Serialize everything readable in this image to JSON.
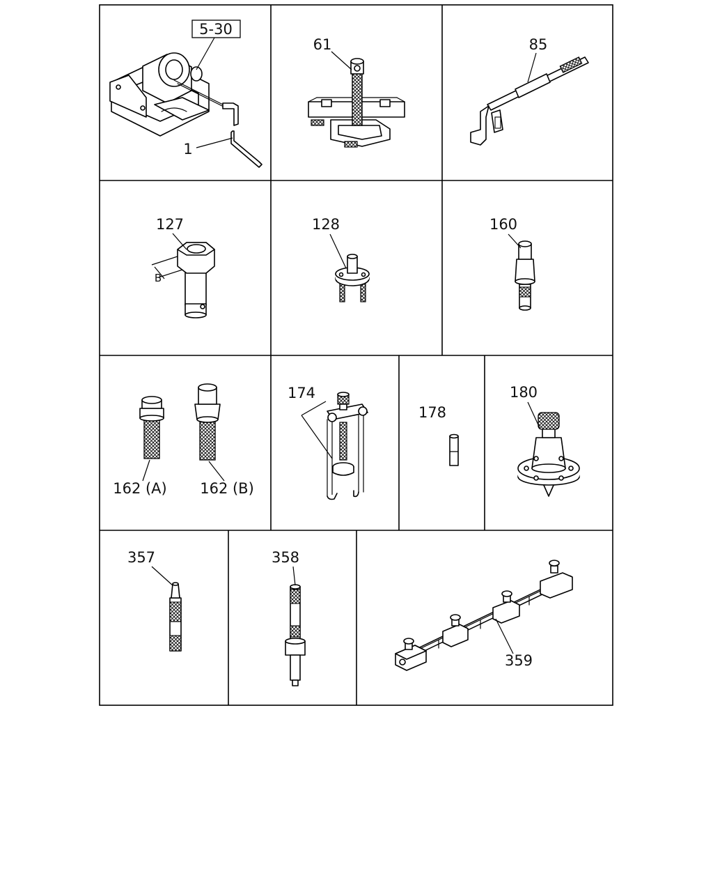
{
  "diagram": {
    "parts": [
      {
        "id": "p1",
        "label": "5-30"
      },
      {
        "id": "p2",
        "label": "1"
      },
      {
        "id": "p3",
        "label": "61"
      },
      {
        "id": "p4",
        "label": "85"
      },
      {
        "id": "p5",
        "label": "127"
      },
      {
        "id": "p6",
        "label": "B"
      },
      {
        "id": "p7",
        "label": "128"
      },
      {
        "id": "p8",
        "label": "160"
      },
      {
        "id": "p9",
        "label": "162 (A)"
      },
      {
        "id": "p10",
        "label": "162 (B)"
      },
      {
        "id": "p11",
        "label": "174"
      },
      {
        "id": "p12",
        "label": "178"
      },
      {
        "id": "p13",
        "label": "180"
      },
      {
        "id": "p14",
        "label": "357"
      },
      {
        "id": "p15",
        "label": "358"
      },
      {
        "id": "p16",
        "label": "359"
      }
    ]
  },
  "colors": {
    "ink": "#000000",
    "paper": "#ffffff"
  }
}
